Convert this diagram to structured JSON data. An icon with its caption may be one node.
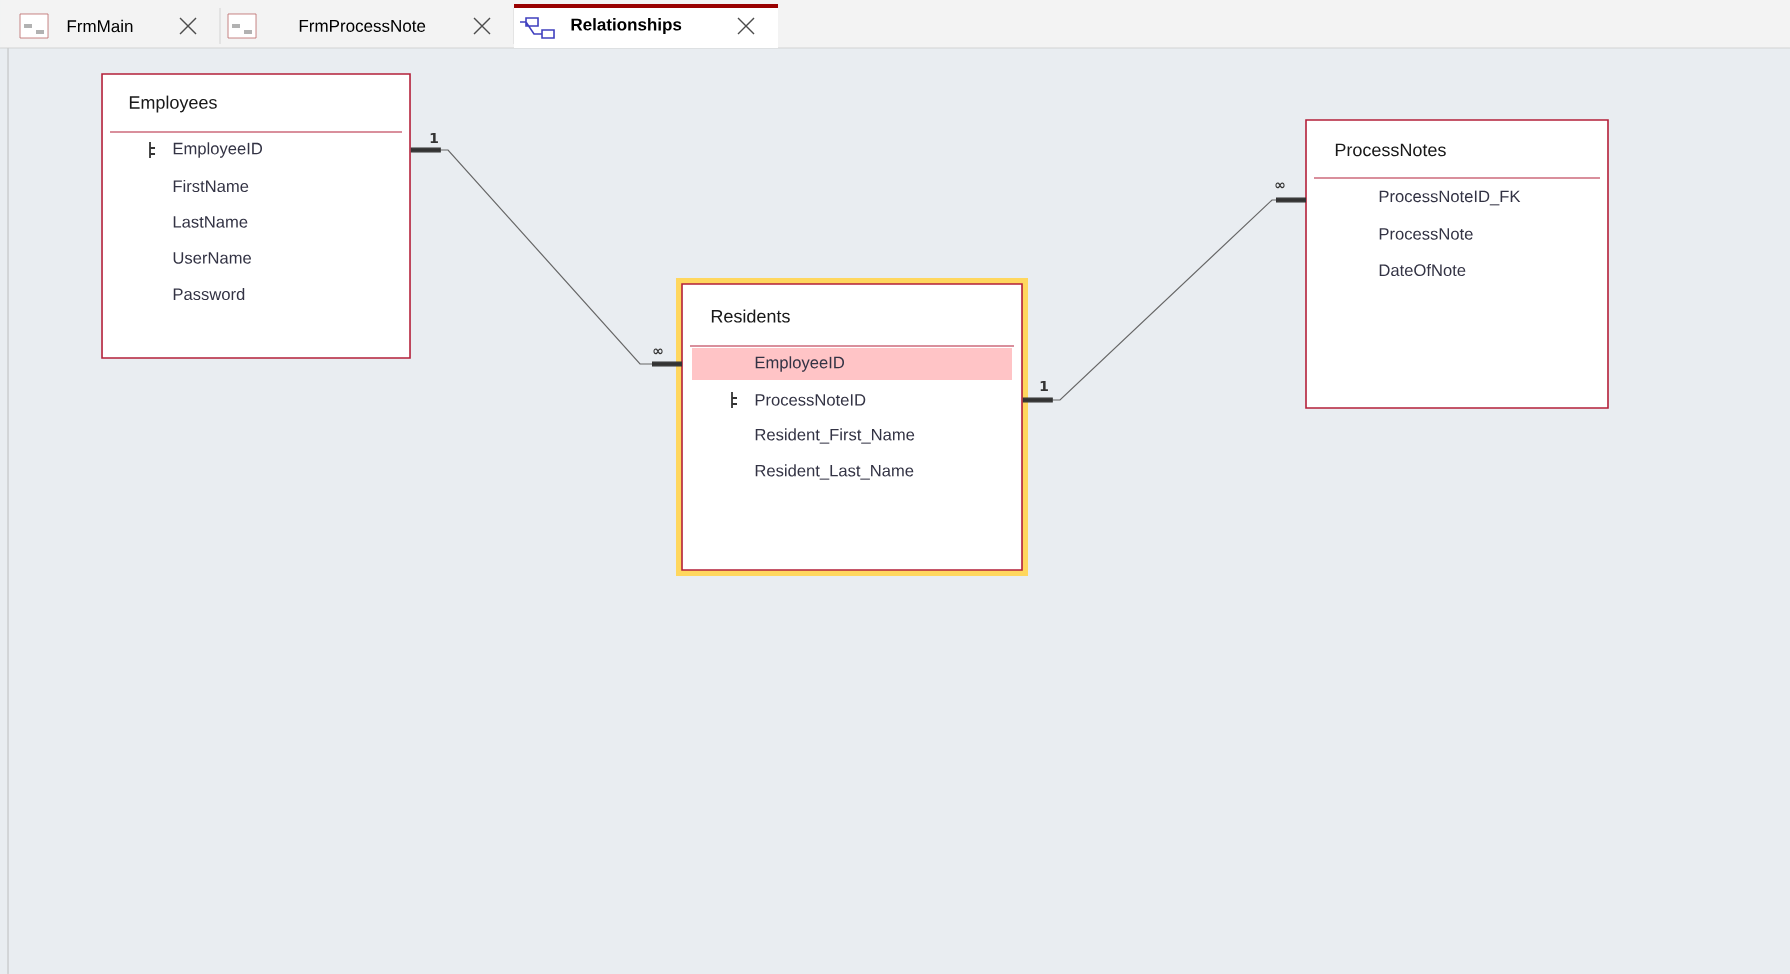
{
  "diagram": {
    "nodes": [
      {
        "text": [
          "Employees",
          "EmployeeID",
          "FirstName",
          "LastName",
          "UserName",
          "Password"
        ]
      },
      {
        "text": [
          "Residents",
          "EmployeeID",
          "ProcessNoteID",
          "Resident_First_Name",
          "Resident_Last_Name"
        ]
      },
      {
        "text": [
          "ProcessNotes",
          "ProcessNoteID_FK",
          "ProcessNote",
          "DateOfNote"
        ]
      }
    ],
    "edges": [
      {
        "from": 0,
        "to": 1,
        "arrow": "other"
      },
      {
        "from": 1,
        "to": 2,
        "arrow": "other"
      }
    ],
    "labels": [
      "FrmMain",
      "FrmProcessNote",
      "Relationships",
      "1",
      "∞",
      "1",
      "∞"
    ]
  }
}
